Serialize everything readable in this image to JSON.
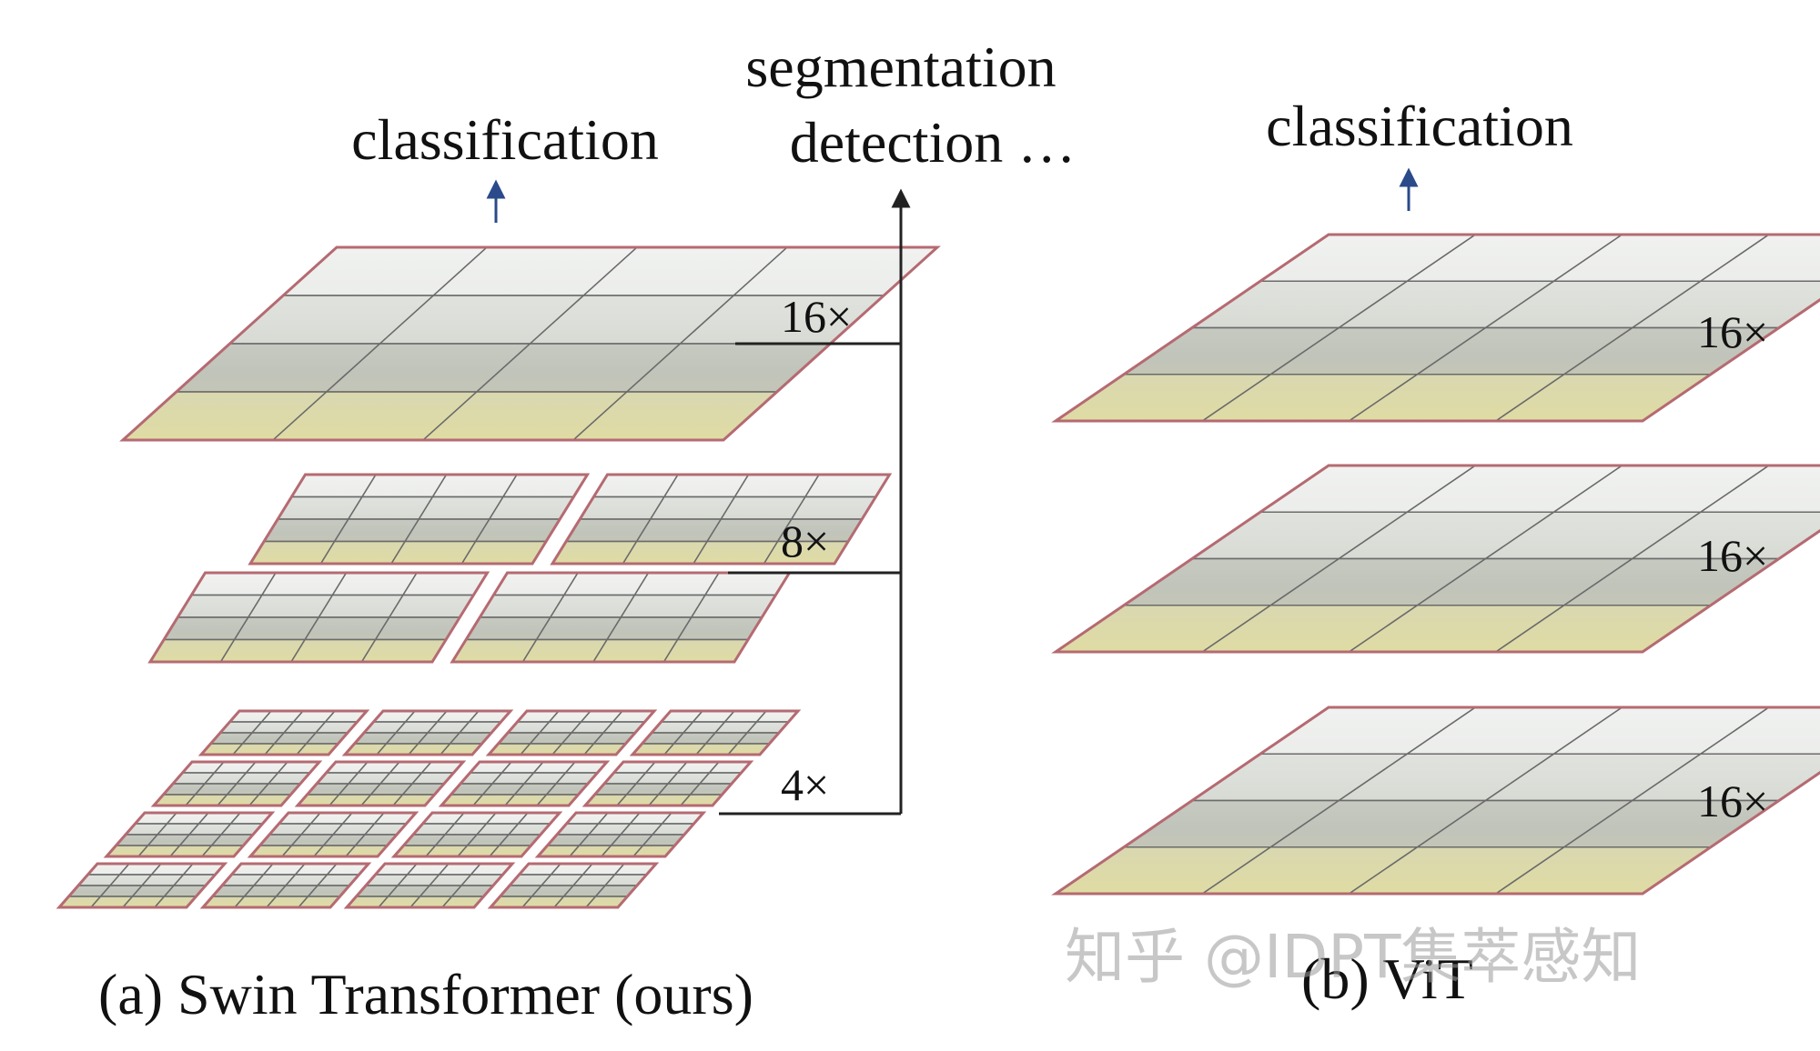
{
  "swin": {
    "output_label": "classification",
    "dense_tasks_line1": "segmentation",
    "dense_tasks_line2": "detection …",
    "scale_labels": [
      "16×",
      "8×",
      "4×"
    ],
    "caption": "(a) Swin Transformer (ours)"
  },
  "vit": {
    "output_label": "classification",
    "scale_labels": [
      "16×",
      "16×",
      "16×"
    ],
    "caption": "(b) ViT"
  },
  "watermark": "知乎 @IDPT集萃感知",
  "colors": {
    "window_border": "#b56a72",
    "grid_line": "#6b6b6b",
    "arrow_blue": "#2a4a8a",
    "connector": "#222222",
    "patch_light": "#eef0ef",
    "patch_mid": "#d9dcd6",
    "patch_dark": "#b9bdb3",
    "patch_ground": "#e2dfa8"
  }
}
